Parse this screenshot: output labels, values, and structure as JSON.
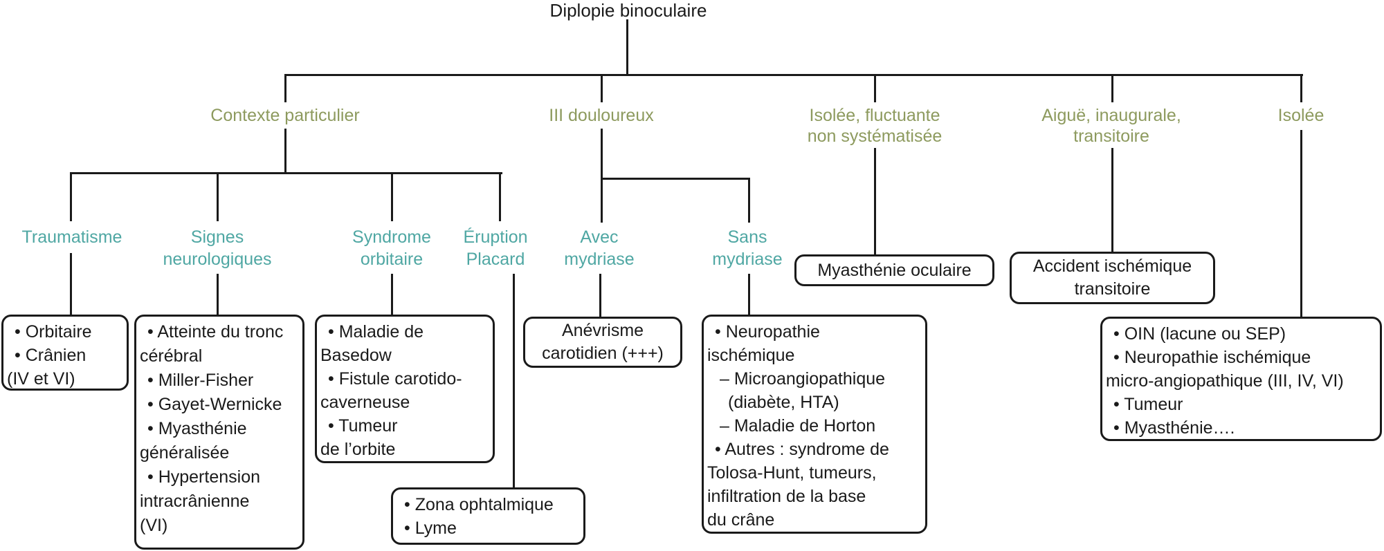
{
  "colors": {
    "background": "#ffffff",
    "text": "#1a1a1a",
    "line": "#1a1a1a",
    "branch_label": "#8d9a5e",
    "sub_label": "#4fa7a3"
  },
  "root": {
    "label": "Diplopie binoculaire"
  },
  "branches": {
    "contexte_particulier": {
      "label": "Contexte particulier"
    },
    "iii_douloureux": {
      "label": "III douloureux"
    },
    "isolee_fluctuante": {
      "label": "Isolée, fluctuante\nnon systématisée"
    },
    "aigue_inaugurale": {
      "label": "Aiguë, inaugurale,\ntransitoire"
    },
    "isolee": {
      "label": "Isolée"
    }
  },
  "sub_branches": {
    "traumatisme": {
      "label": "Traumatisme"
    },
    "signes_neurologiques": {
      "label": "Signes\nneurologiques"
    },
    "syndrome_orbitaire": {
      "label": "Syndrome\norbitaire"
    },
    "eruption_placard": {
      "label": "Éruption\nPlacard"
    },
    "avec_mydriase": {
      "label": "Avec\nmydriase"
    },
    "sans_mydriase": {
      "label": "Sans\nmydriase"
    }
  },
  "boxes": {
    "orbitaire": {
      "lines": [
        "• Orbitaire",
        "• Crânien",
        "(IV et VI)"
      ]
    },
    "atteinte_tronc": {
      "lines": [
        "• Atteinte du tronc",
        "cérébral",
        "• Miller-Fisher",
        "• Gayet-Wernicke",
        "• Myasthénie",
        "généralisée",
        "• Hypertension",
        "intracrânienne",
        "(VI)"
      ]
    },
    "basedow": {
      "lines": [
        "• Maladie de",
        "Basedow",
        "• Fistule carotido-",
        "caverneuse",
        "• Tumeur",
        "de l’orbite"
      ]
    },
    "zona": {
      "lines": [
        "• Zona ophtalmique",
        "• Lyme"
      ]
    },
    "anevrisme": {
      "label": "Anévrisme\ncarotidien (+++)"
    },
    "neuropathie": {
      "lines": [
        "• Neuropathie",
        "ischémique",
        "– Microangiopathique",
        "(diabète, HTA)",
        "– Maladie de Horton",
        "• Autres : syndrome de",
        "Tolosa-Hunt, tumeurs,",
        "infiltration de la base",
        "du crâne"
      ]
    },
    "myasthenie_oculaire": {
      "label": "Myasthénie oculaire"
    },
    "accident_ischemique": {
      "label": "Accident ischémique\ntransitoire"
    },
    "oin": {
      "lines": [
        "• OIN (lacune ou SEP)",
        "• Neuropathie ischémique",
        "micro-angiopathique (III, IV, VI)",
        "• Tumeur",
        "• Myasthénie…."
      ]
    }
  }
}
